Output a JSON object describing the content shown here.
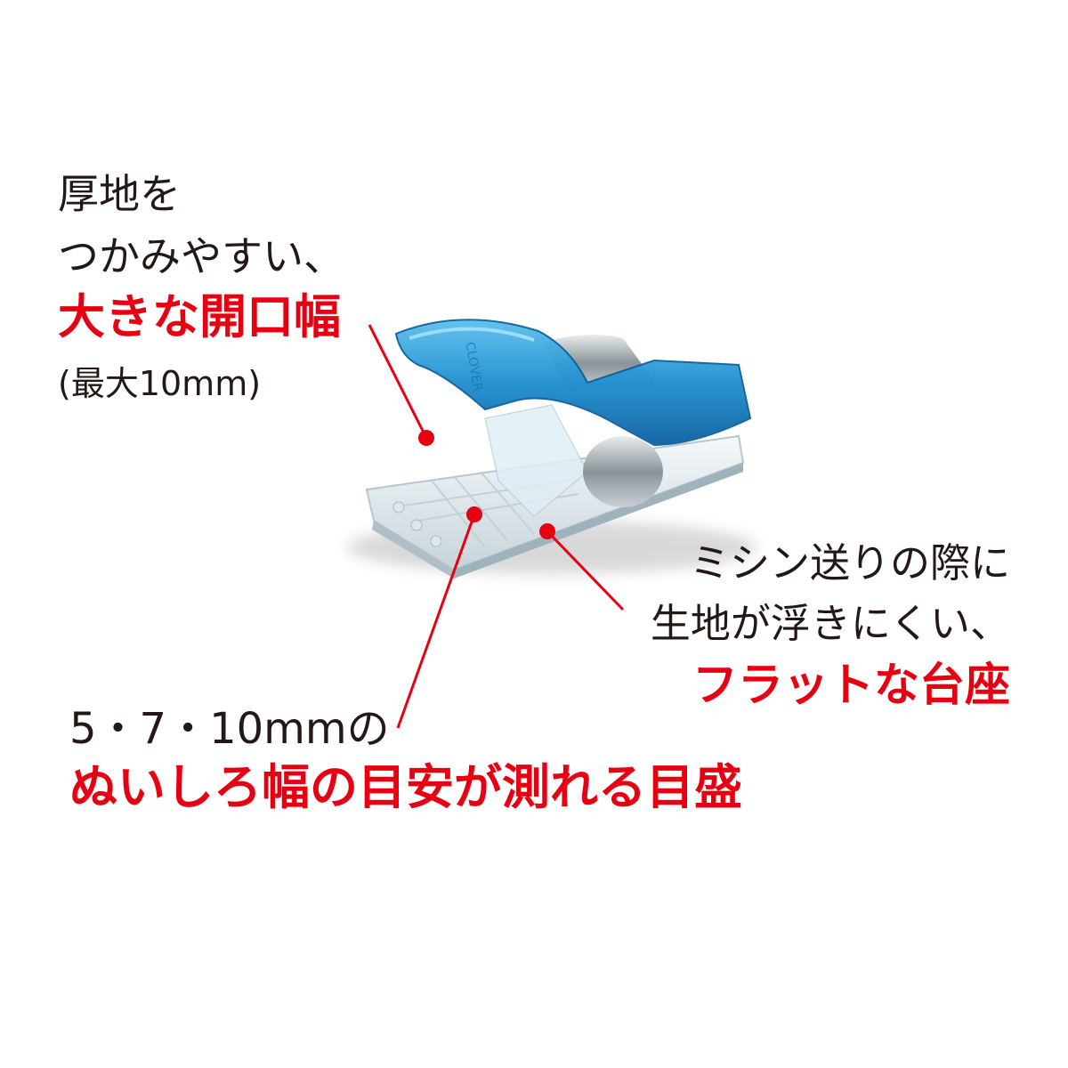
{
  "callouts": {
    "opening": {
      "line1": "厚地を",
      "line2": "つかみやすい、",
      "highlight": "大きな開口幅",
      "note": "(最大10mm)"
    },
    "base": {
      "line1": "ミシン送りの際に",
      "line2": "生地が浮きにくい、",
      "highlight": "フラットな台座"
    },
    "scale": {
      "line1": "5・7・10mmの",
      "highlight": "ぬいしろ幅の目安が測れる目盛"
    }
  },
  "product": {
    "engraving": "CLOVER"
  },
  "colors": {
    "accent": "#e60012",
    "text": "#231815",
    "clip_blue": "#1f8fd0"
  }
}
